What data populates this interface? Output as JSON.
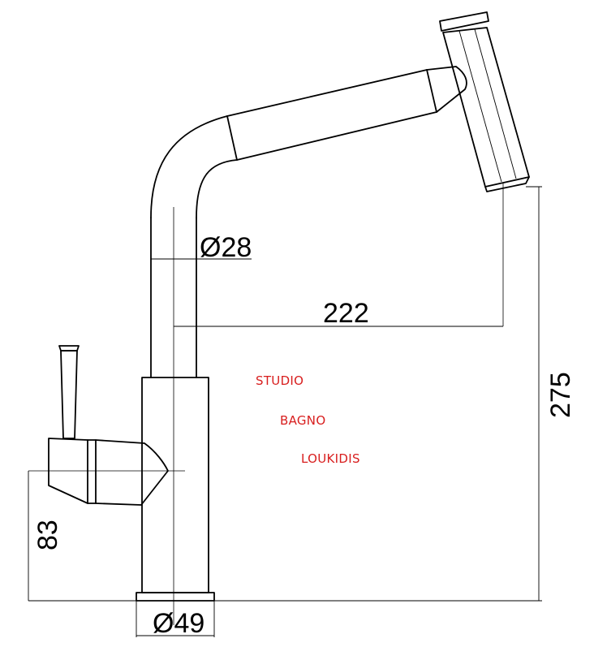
{
  "dimensions": {
    "spout_diameter": "Ø28",
    "reach": "222",
    "height": "275",
    "lever_height": "83",
    "base_diameter": "Ø49"
  },
  "watermark": {
    "line1": "STUDIO",
    "line2": "BAGNO",
    "line3": "LOUKIDIS"
  },
  "colors": {
    "lines": "#000000",
    "watermark": "#d81e1e"
  }
}
